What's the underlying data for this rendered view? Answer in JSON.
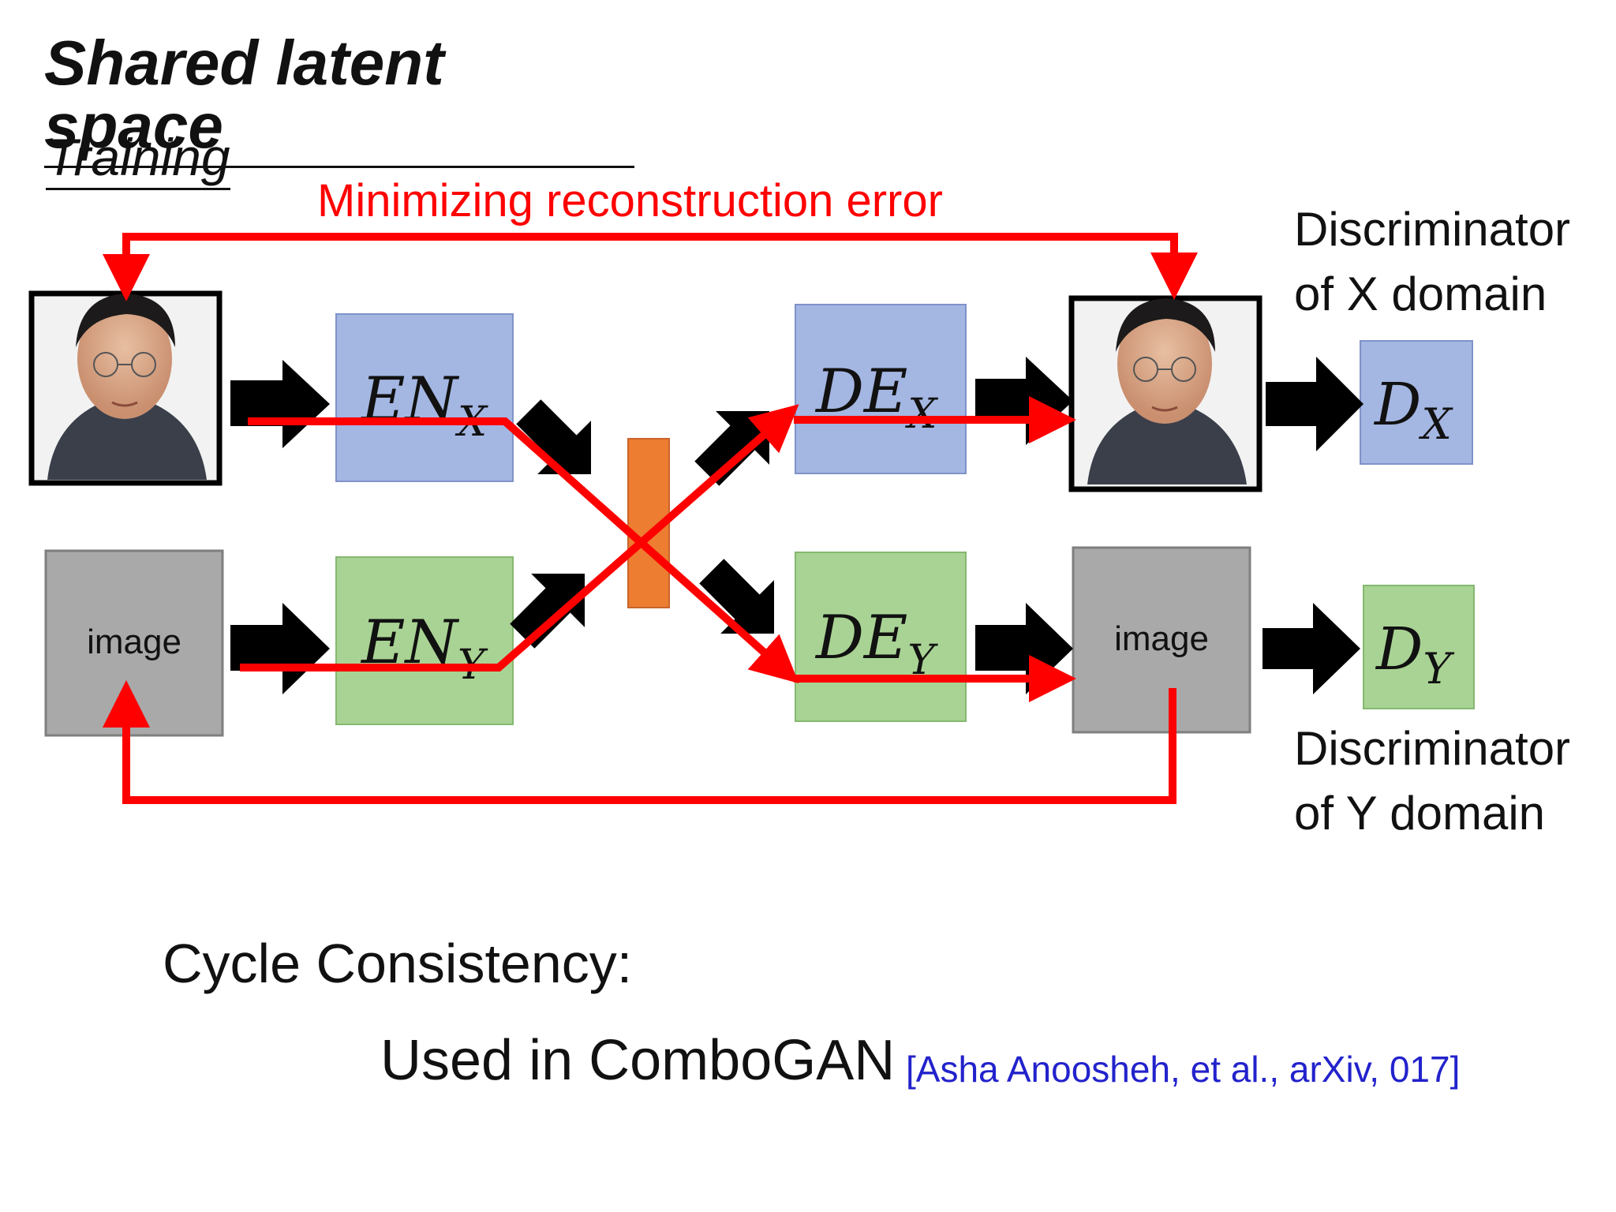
{
  "slide": {
    "title": "Shared latent space",
    "subtitle": "Training",
    "reconstruction_label": "Minimizing reconstruction error",
    "discriminator_x": [
      "Discriminator",
      "of X domain"
    ],
    "discriminator_y": [
      "Discriminator",
      "of Y domain"
    ],
    "cycle_label": "Cycle Consistency:",
    "used_in": "Used in ComboGAN",
    "citation": "[Asha Anoosheh, et al., arXiv, 017]"
  },
  "diagram": {
    "encoder_x": {
      "main": "EN",
      "sub": "X"
    },
    "encoder_y": {
      "main": "EN",
      "sub": "Y"
    },
    "decoder_x": {
      "main": "DE",
      "sub": "X"
    },
    "decoder_y": {
      "main": "DE",
      "sub": "Y"
    },
    "disc_x": {
      "main": "D",
      "sub": "X"
    },
    "disc_y": {
      "main": "D",
      "sub": "Y"
    },
    "image_placeholder": "image",
    "colors": {
      "encoder_x_fill": "#a4b6e2",
      "encoder_y_fill": "#a9d394",
      "latent_fill": "#ed7d31",
      "image_fill": "#a9a9a9",
      "arrow": "#000000",
      "path": "#ff0000",
      "citation": "#2222cc"
    }
  }
}
